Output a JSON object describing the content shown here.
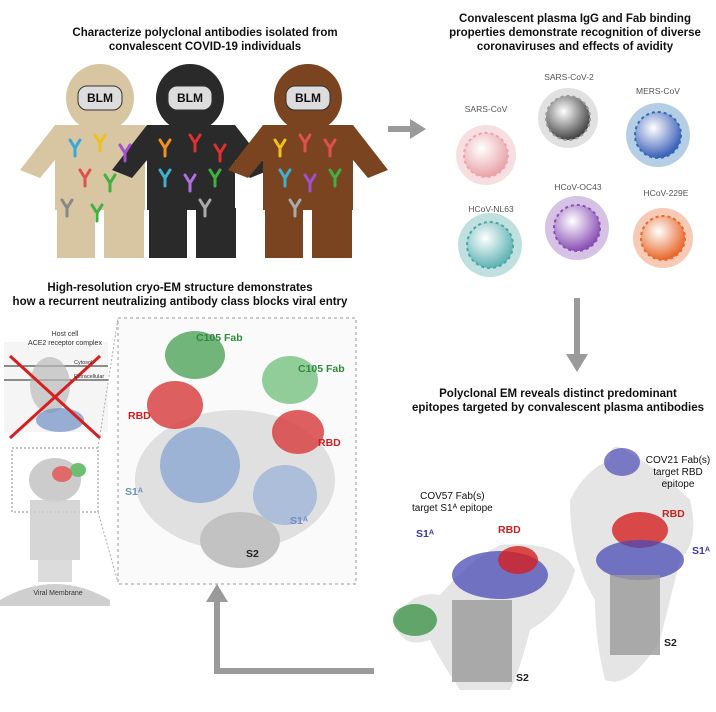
{
  "panels": {
    "characterize": {
      "title_line1": "Characterize polyclonal antibodies isolated from",
      "title_line2": "convalescent COVID-19 individuals"
    },
    "binding": {
      "title_line1": "Convalescent plasma IgG and Fab binding",
      "title_line2": "properties demonstrate recognition of diverse",
      "title_line3": "coronaviruses and effects of avidity"
    },
    "cryo": {
      "title_line1": "High-resolution cryo-EM structure demonstrates",
      "title_line2": "how a recurrent neutralizing antibody class blocks viral entry"
    },
    "polyem": {
      "title_line1": "Polyclonal EM reveals distinct predominant",
      "title_line2": "epitopes targeted by convalescent plasma antibodies"
    }
  },
  "figures": {
    "shirt_text": "BLM",
    "viruses": [
      {
        "name": "SARS-CoV",
        "color": "#e9a4a8"
      },
      {
        "name": "SARS-CoV-2",
        "color": "#a9a9a9"
      },
      {
        "name": "MERS-CoV",
        "color": "#2c6fb5"
      },
      {
        "name": "HCoV-NL63",
        "color": "#4aa7a7"
      },
      {
        "name": "HCoV-OC43",
        "color": "#8a4fb5"
      },
      {
        "name": "HCoV-229E",
        "color": "#e8672b"
      }
    ],
    "people_colors": [
      "#d7c6a1",
      "#2a2a2a",
      "#7a4420"
    ]
  },
  "cryo_labels": {
    "host_cell_line1": "Host cell",
    "host_cell_line2": "ACE2 receptor complex",
    "cytosol": "Cytosol",
    "extracellular": "Extracellular",
    "viral_membrane": "Viral Membrane",
    "c105_fab_left": "C105 Fab",
    "c105_fab_right": "C105 Fab",
    "rbd_left": "RBD",
    "rbd_right": "RBD",
    "s1a_left": "S1ᴬ",
    "s1a_right": "S1ᴬ",
    "s2": "S2"
  },
  "em_labels": {
    "cov57_line1": "COV57 Fab(s)",
    "cov57_line2": "target S1ᴬ epitope",
    "s1a_left": "S1ᴬ",
    "rbd_left": "RBD",
    "s2_left": "S2",
    "cov21_line1": "COV21 Fab(s)",
    "cov21_line2": "target RBD epitope",
    "rbd_right": "RBD",
    "s1a_right": "S1ᴬ",
    "s2_right": "S2"
  }
}
